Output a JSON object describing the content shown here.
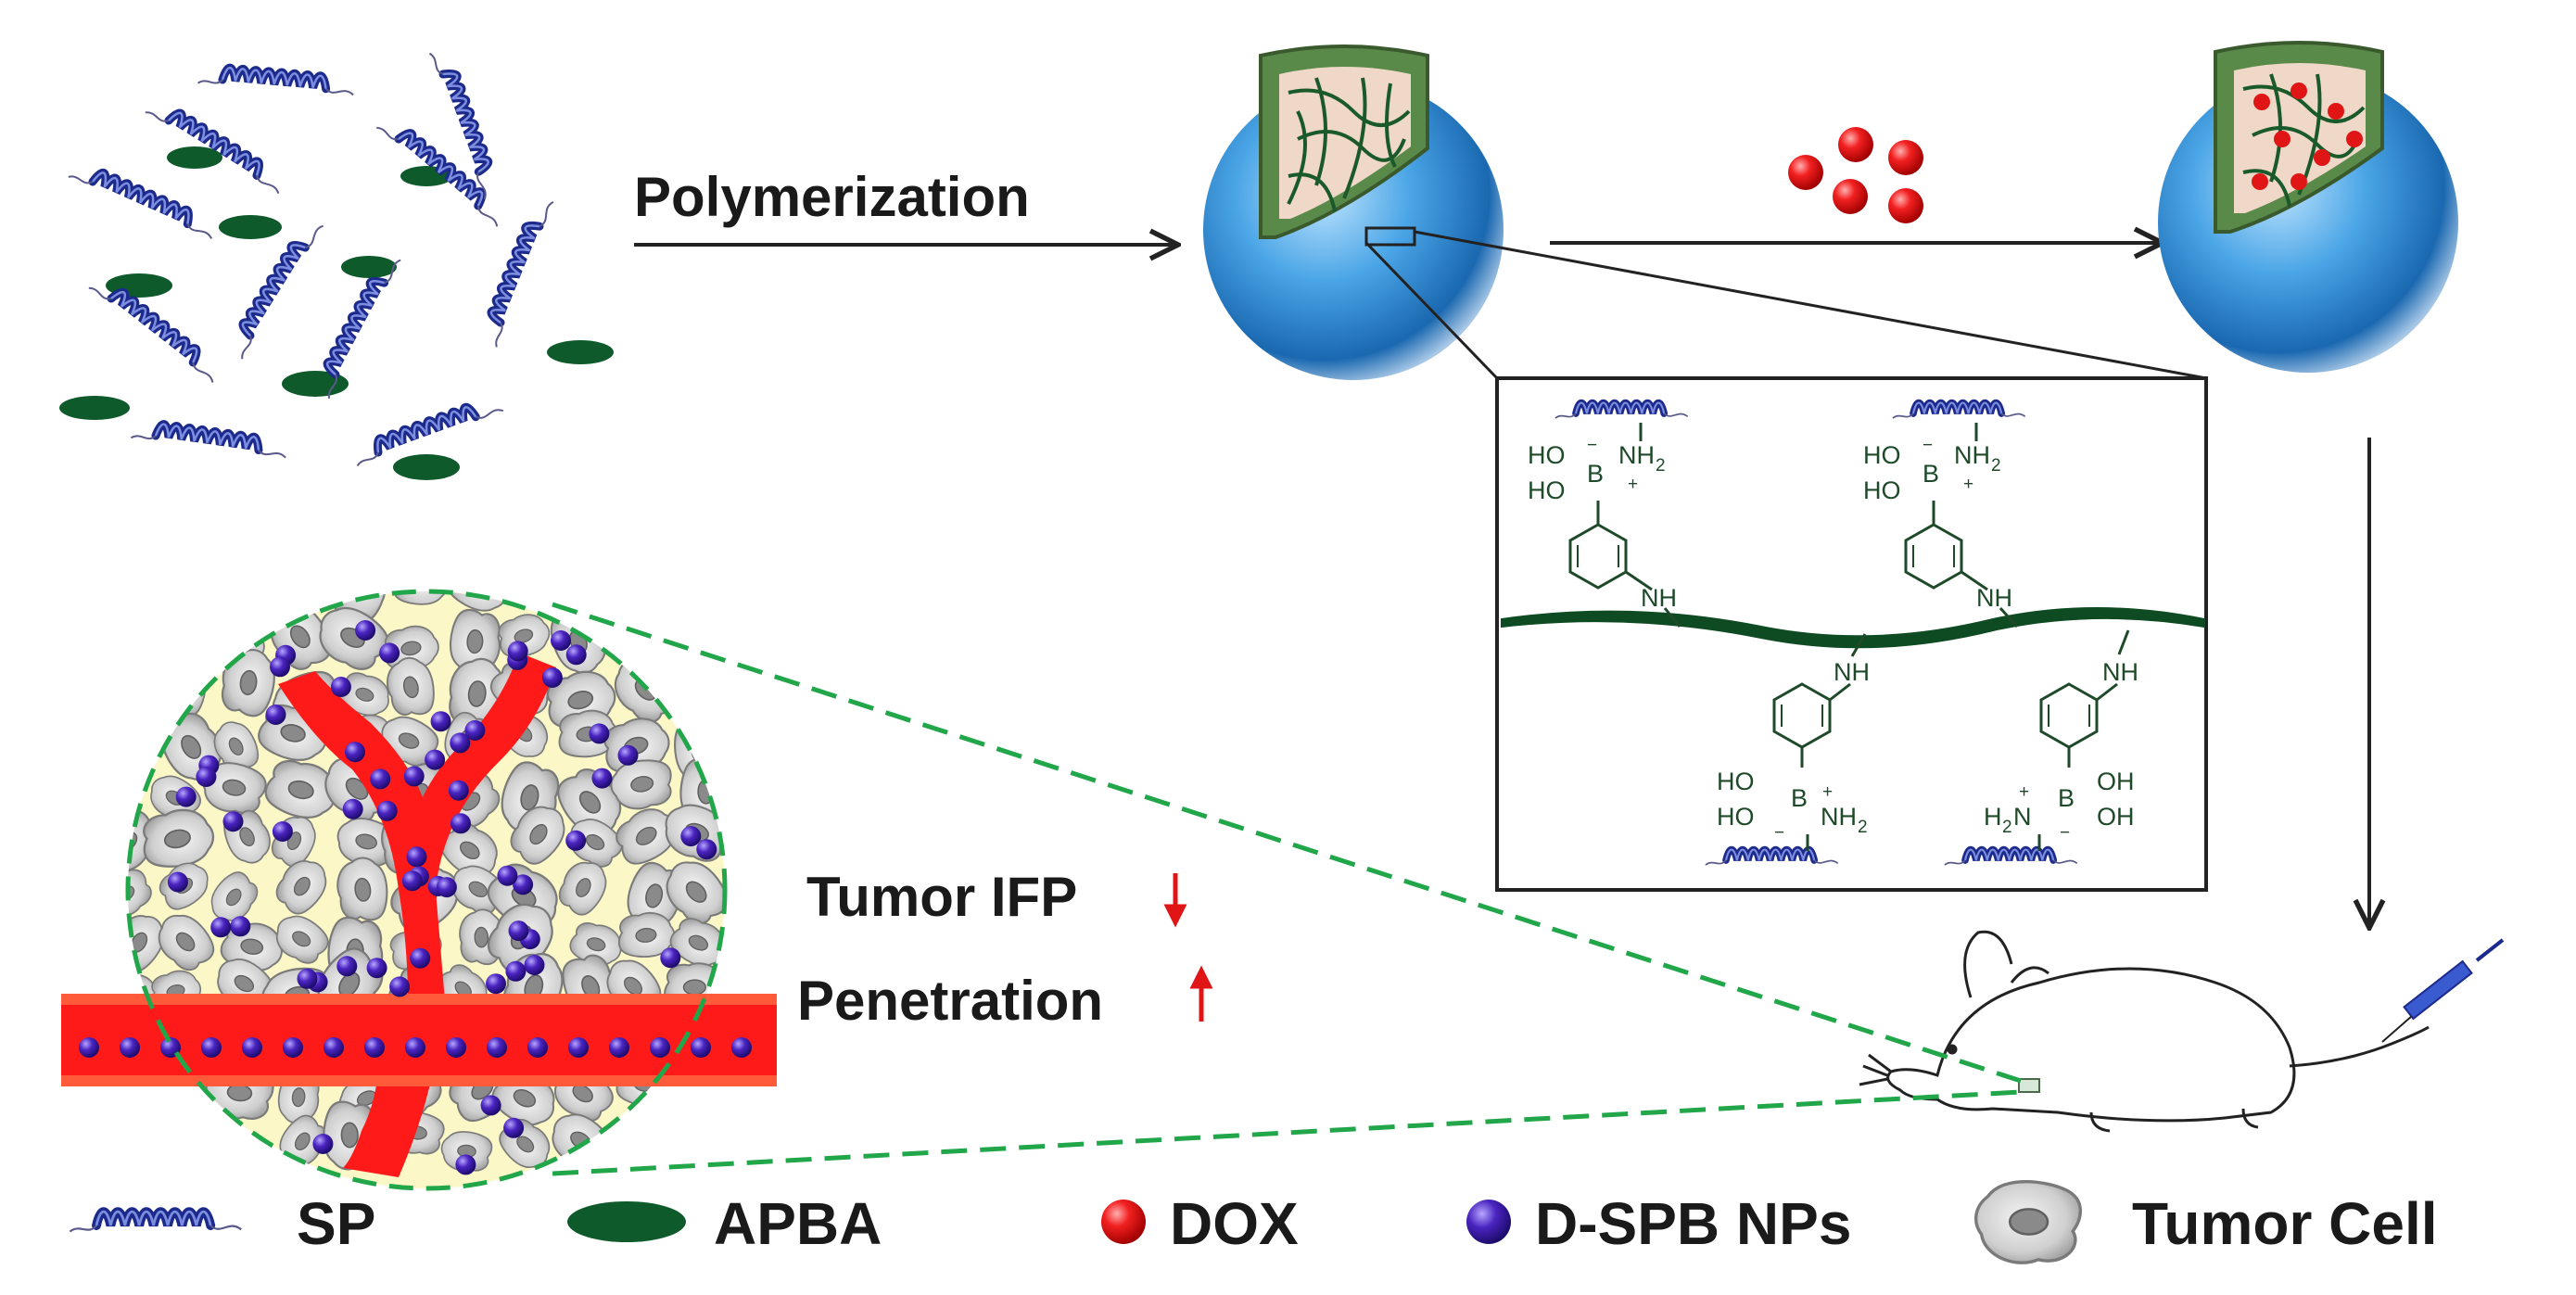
{
  "diagram": {
    "step_label": "Polymerization",
    "annotations": {
      "tumor_ifp": "Tumor IFP",
      "penetration": "Penetration"
    },
    "chem": {
      "ho": "HO",
      "oh": "OH",
      "nh": "NH",
      "nh2": "NH",
      "h2n": "H",
      "boron": "B",
      "sub2": "2",
      "plus": "+",
      "minus": "−"
    },
    "legend": {
      "sp": "SP",
      "apba": "APBA",
      "dox": "DOX",
      "dspb": "D-SPB NPs",
      "tumor_cell": "Tumor Cell"
    },
    "colors": {
      "protein": "#1c2a8c",
      "apba": "#0e5a2a",
      "dox": "#e01515",
      "nanoparticle": "#3a1aa8",
      "vessel": "#ff1a1a",
      "sphere": "#2e8fd4",
      "network": "#1a5a2a",
      "arrow_indicator": "#e01515"
    }
  }
}
